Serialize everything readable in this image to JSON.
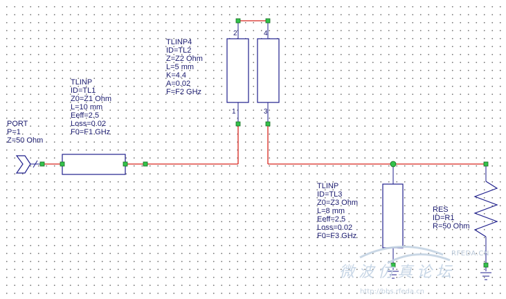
{
  "port": {
    "lines": [
      "PORT",
      "P=1",
      "Z=50 Ohm"
    ]
  },
  "tl1": {
    "lines": [
      "TLINP",
      "ID=TL1",
      "Z0=Z1 Ohm",
      "L=10 mm",
      "Eeff=2.5",
      "Loss=0.02",
      "F0=F1 GHz"
    ]
  },
  "tl2": {
    "lines": [
      "TLINP4",
      "ID=TL2",
      "Z=Z2 Ohm",
      "L=5 mm",
      "K=4.4",
      "A=0.02",
      "F=F2 GHz"
    ]
  },
  "tl3": {
    "lines": [
      "TLINP",
      "ID=TL3",
      "Z0=Z3 Ohm",
      "L=8 mm",
      "Eeff=2.5",
      "Loss=0.02",
      "F0=F3 GHz"
    ]
  },
  "res": {
    "lines": [
      "RES",
      "ID=R1",
      "R=50 Ohm"
    ]
  },
  "pins": {
    "p1": "1",
    "p2": "2",
    "p3": "3",
    "p4": "4"
  },
  "watermark": {
    "brand": "RFEDA.CN",
    "title": "微波仿真论坛",
    "url": "http://bbs.rfeda.cn"
  },
  "colors": {
    "wire": "#d7261e",
    "component": "#1f1f8c",
    "node": "#33c24a",
    "grid_dot": "#7a7a7a"
  }
}
